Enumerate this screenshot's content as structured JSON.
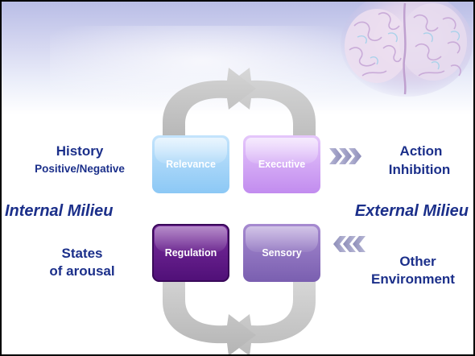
{
  "colors": {
    "text": "#1b2f8a",
    "relevance": "#a9d6f8",
    "executive": "#d3a8f5",
    "regulation": "#5e1a86",
    "sensory": "#8a70bf",
    "cycle_arrow": "#bdbdbd",
    "header": "#c9ccee"
  },
  "icons": {
    "brain": "brain-image",
    "cycle": "cycle-arrows-icon",
    "chevron_right": "triple-chevron-right-icon",
    "chevron_left": "triple-chevron-left-icon"
  },
  "boxes": {
    "relevance": "Relevance",
    "executive": "Executive",
    "regulation": "Regulation",
    "sensory": "Sensory"
  },
  "left": {
    "history": "History",
    "history_sub": "Positive/Negative",
    "internal_milieu": "Internal Milieu",
    "states": "States",
    "arousal": "of arousal"
  },
  "right": {
    "action": "Action",
    "inhibition": "Inhibition",
    "external_milieu": "External Milieu",
    "other": "Other",
    "environment": "Environment"
  }
}
